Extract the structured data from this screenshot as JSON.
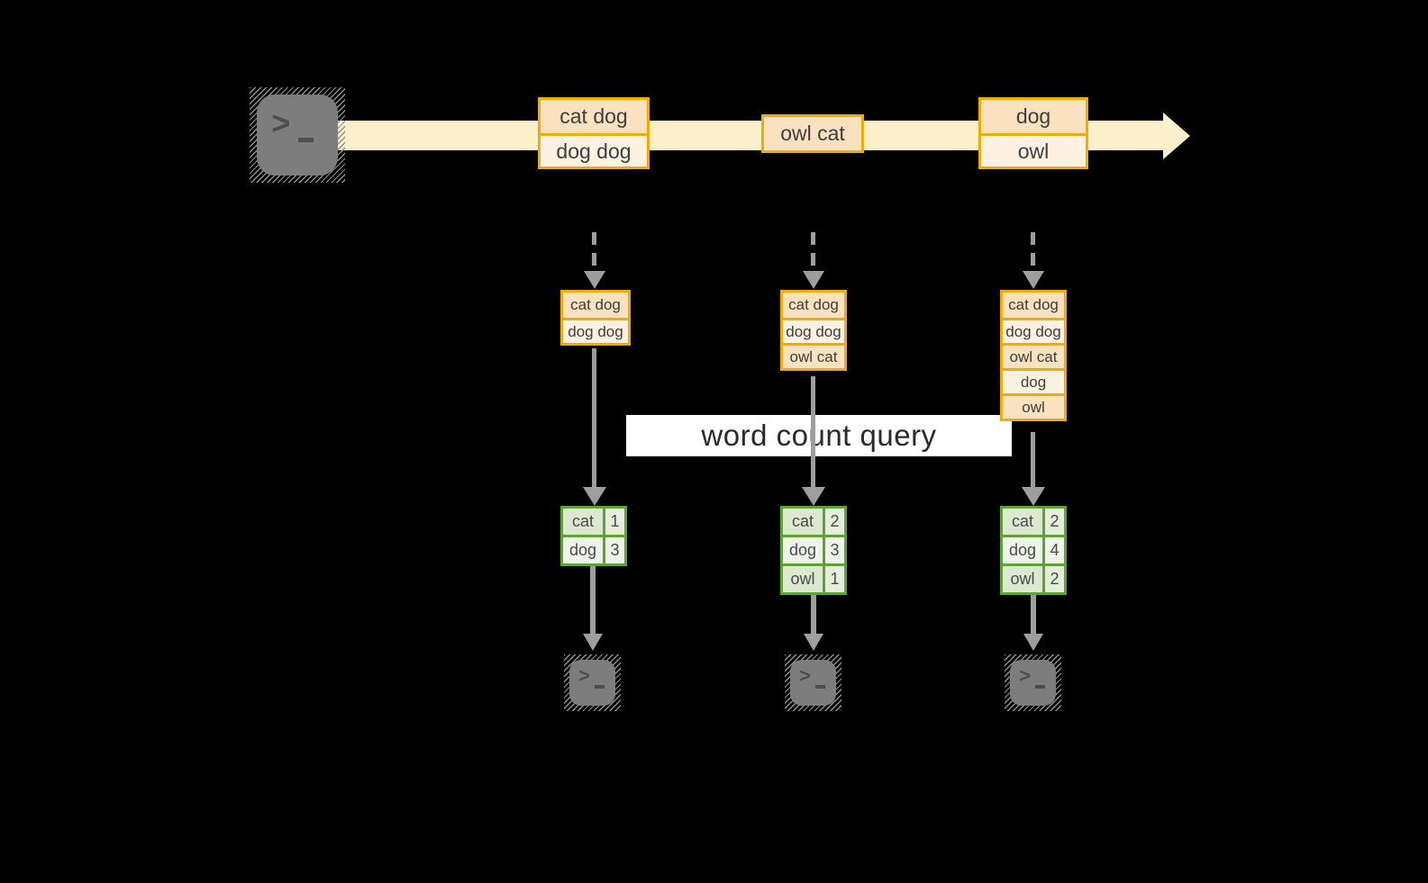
{
  "diagram": {
    "kind": "streaming word count pipeline",
    "query": {
      "label": "word count query"
    }
  },
  "colors": {
    "background": "#000000",
    "stream_band": "#FCF0CC",
    "batch_border": "#F2AA04",
    "batch_fill_dark": "#FAE2C1",
    "batch_fill_light": "#FDF2E2",
    "table_border": "#60A233",
    "table_fill_dark": "#DCE8D0",
    "table_fill_light": "#EFF4EA",
    "arrow_gray": "#9E9E9E",
    "terminal_gray": "#7D7D7D",
    "query_label_bg": "#FFFFFF"
  },
  "icons": {
    "source": "terminal-icon",
    "sinks": [
      "terminal-icon",
      "terminal-icon",
      "terminal-icon"
    ],
    "prompt_char": ">"
  },
  "stream": {
    "batches": [
      {
        "rows": [
          "cat dog",
          "dog dog"
        ]
      },
      {
        "rows": [
          "owl cat"
        ]
      },
      {
        "rows": [
          "dog",
          "owl"
        ]
      }
    ]
  },
  "columns": [
    {
      "buffer": [
        "cat dog",
        "dog dog"
      ],
      "counts": [
        {
          "word": "cat",
          "count": "1"
        },
        {
          "word": "dog",
          "count": "3"
        }
      ]
    },
    {
      "buffer": [
        "cat dog",
        "dog dog",
        "owl cat"
      ],
      "counts": [
        {
          "word": "cat",
          "count": "2"
        },
        {
          "word": "dog",
          "count": "3"
        },
        {
          "word": "owl",
          "count": "1"
        }
      ]
    },
    {
      "buffer": [
        "cat dog",
        "dog dog",
        "owl cat",
        "dog",
        "owl"
      ],
      "counts": [
        {
          "word": "cat",
          "count": "2"
        },
        {
          "word": "dog",
          "count": "4"
        },
        {
          "word": "owl",
          "count": "2"
        }
      ]
    }
  ]
}
